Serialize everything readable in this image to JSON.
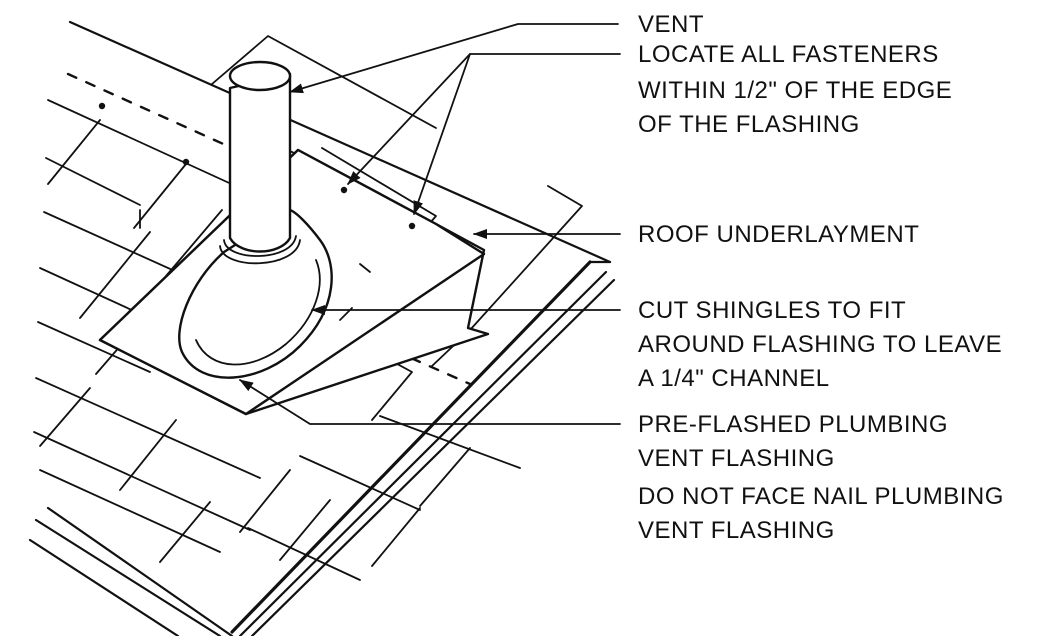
{
  "labels": {
    "vent": [
      "VENT"
    ],
    "fasteners": [
      "LOCATE ALL FASTENERS",
      "WITHIN 1/2\" OF THE EDGE",
      "OF THE FLASHING"
    ],
    "underlayment": [
      "ROOF UNDERLAYMENT"
    ],
    "cut_shingles": [
      "CUT SHINGLES TO FIT",
      "AROUND FLASHING TO LEAVE",
      "A 1/4\" CHANNEL"
    ],
    "pre_flashed": [
      "PRE-FLASHED PLUMBING",
      "VENT FLASHING"
    ],
    "no_face_nail": [
      "DO NOT FACE NAIL PLUMBING",
      "VENT FLASHING"
    ]
  }
}
